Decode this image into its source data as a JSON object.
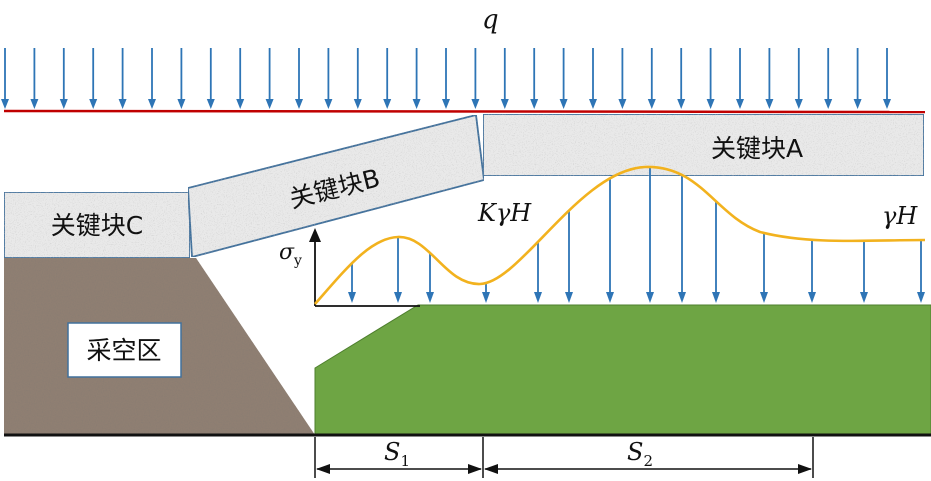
{
  "load": {
    "label": "q",
    "color": "#2e75b6",
    "line_color": "#c00000"
  },
  "blocks": {
    "a": {
      "label": "关键块A"
    },
    "b": {
      "label": "关键块B"
    },
    "c": {
      "label": "关键块C"
    }
  },
  "goaf": {
    "label": "采空区"
  },
  "stress": {
    "axis_symbol": "σ",
    "axis_subscript": "y",
    "peak_label_k": "K",
    "peak_label_gamma": "γ",
    "peak_label_h": "H",
    "far_label_gamma": "γ",
    "far_label_h": "H",
    "curve_color": "#f2b21e",
    "arrow_color": "#2e75b6"
  },
  "dims": {
    "s1": {
      "main": "S",
      "sub": "1"
    },
    "s2": {
      "main": "S",
      "sub": "2"
    }
  },
  "colors": {
    "coal": "#6ea544",
    "goaf_fill": "#8f7f72",
    "block_fill": "#e9e9e9",
    "block_stroke": "#41719c"
  }
}
